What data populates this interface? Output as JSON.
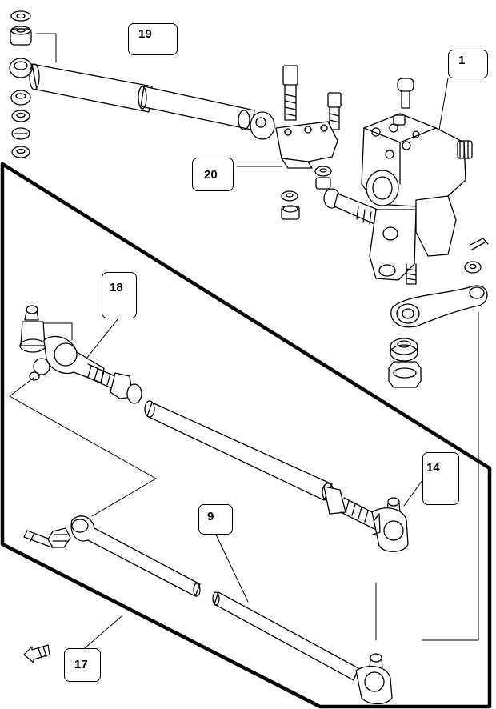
{
  "callouts": {
    "part_1": "1",
    "part_9": "9",
    "part_14": "14",
    "part_17": "17",
    "part_18": "18",
    "part_19": "19",
    "part_20": "20"
  }
}
